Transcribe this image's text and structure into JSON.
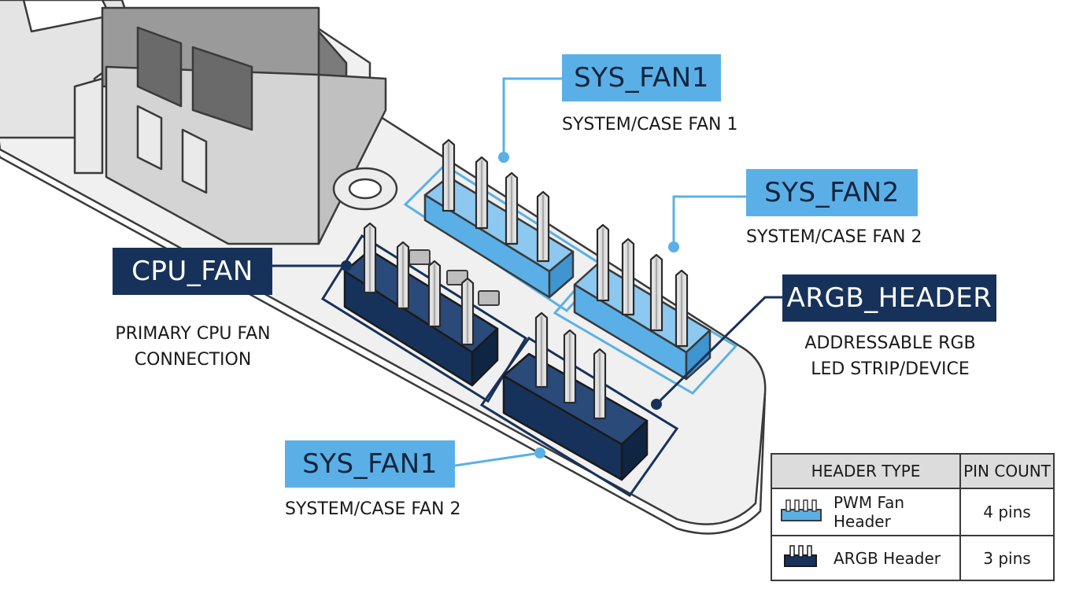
{
  "callouts": {
    "sys_fan1_top": {
      "label": "SYS_FAN1",
      "desc": "SYSTEM/CASE FAN 1"
    },
    "sys_fan2": {
      "label": "SYS_FAN2",
      "desc": "SYSTEM/CASE FAN 2"
    },
    "cpu_fan": {
      "label": "CPU_FAN",
      "desc_line1": "PRIMARY CPU FAN",
      "desc_line2": "CONNECTION"
    },
    "argb_header": {
      "label": "ARGB_HEADER",
      "desc_line1": "ADDRESSABLE RGB",
      "desc_line2": "LED STRIP/DEVICE"
    },
    "sys_fan1_bottom": {
      "label": "SYS_FAN1",
      "desc": "SYSTEM/CASE FAN 2"
    }
  },
  "legend": {
    "header_type": "HEADER TYPE",
    "pin_count": "PIN COUNT",
    "rows": [
      {
        "type": "PWM Fan Header",
        "pins": "4 pins",
        "icon": "pwm-header-icon",
        "color": "#5ab0e6"
      },
      {
        "type": "ARGB Header",
        "pins": "3 pins",
        "icon": "argb-header-icon",
        "color": "#17325a"
      }
    ]
  },
  "colors": {
    "pwm_light_blue": "#5ab0e6",
    "argb_dark_blue": "#17325a",
    "board": "#f0f0f0",
    "outline": "#3a3a3a"
  }
}
